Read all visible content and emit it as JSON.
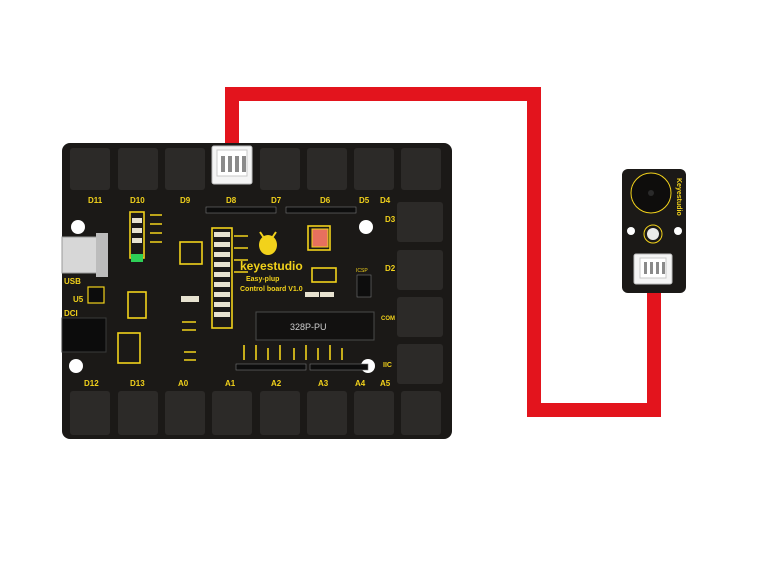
{
  "board": {
    "brand": "keyestudio",
    "subtitle": "Easy-plup",
    "version": "Control board V1.0",
    "chip": "328P-PU",
    "labels": {
      "d11": "D11",
      "d10": "D10",
      "d9": "D9",
      "d8": "D8",
      "d7": "D7",
      "d6": "D6",
      "d5": "D5",
      "d4": "D4",
      "d3": "D3",
      "d2": "D2",
      "com": "COM",
      "iic": "IIC",
      "d12": "D12",
      "d13": "D13",
      "a0": "A0",
      "a1": "A1",
      "a2": "A2",
      "a3": "A3",
      "a4": "A4",
      "a5": "A5",
      "usb": "USB",
      "u5": "U5",
      "dc": "DCI",
      "icsp": "ICSP"
    }
  },
  "module": {
    "brand": "Keyestudio"
  },
  "colors": {
    "board": "#1b1917",
    "port": "#2c2a28",
    "silkscreen": "#f2d21b",
    "cable": "#e3141d",
    "background": "#ffffff"
  }
}
